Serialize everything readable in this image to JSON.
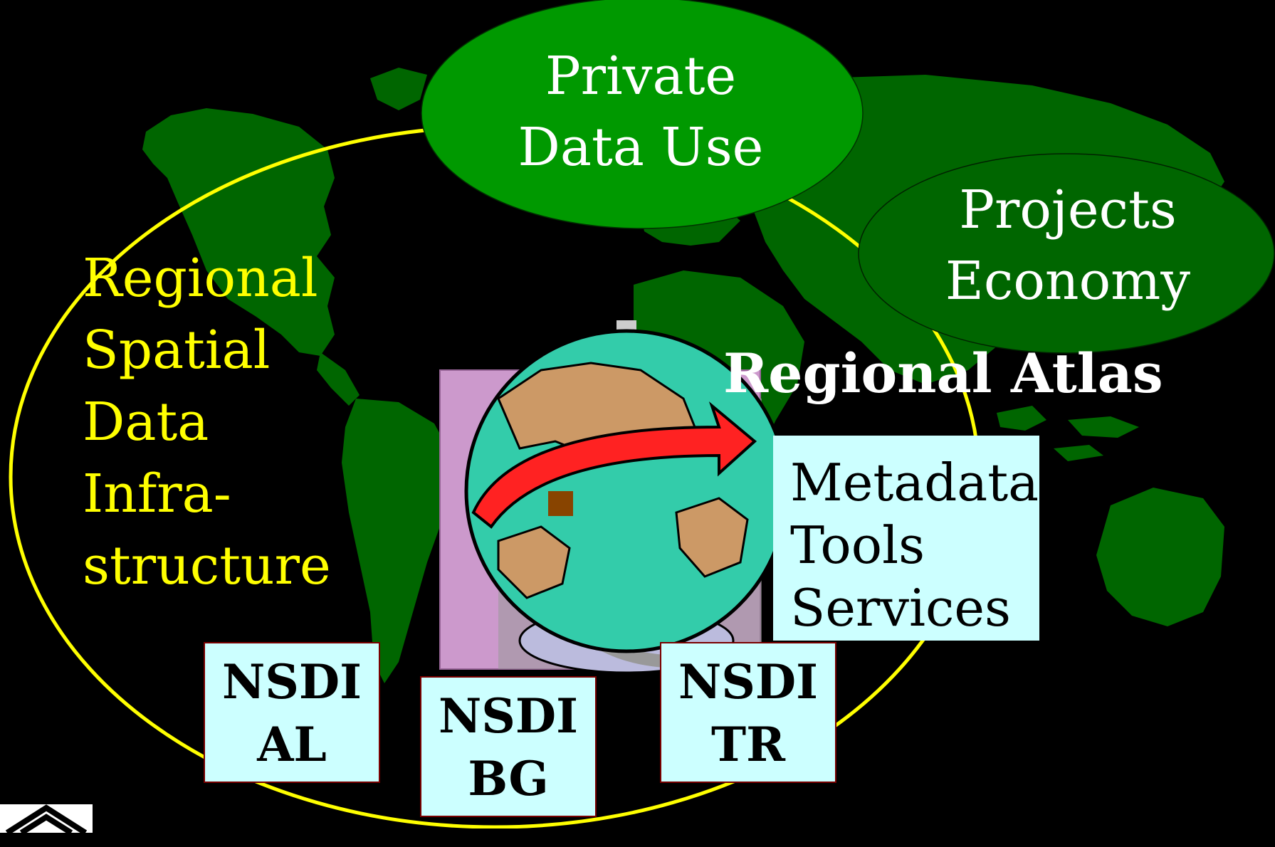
{
  "private_data_use": [
    "Private",
    "Data Use"
  ],
  "projects_economy": [
    "Projects",
    "Economy"
  ],
  "regional_atlas": "Regional Atlas",
  "regional_sdi": [
    "Regional",
    "Spatial",
    "Data",
    "Infra-",
    "structure"
  ],
  "metadata_box": [
    "Metadata",
    "Tools",
    "Services"
  ],
  "nsdi_al": [
    "NSDI",
    "AL"
  ],
  "nsdi_bg": [
    "NSDI",
    "BG"
  ],
  "nsdi_tr": [
    "NSDI",
    "TR"
  ],
  "colors": {
    "background": "#000000",
    "continents": "#006600",
    "ellipse_outline": "#ffff00",
    "ovals": "#009900",
    "boxes": "#ccffff",
    "left_text": "#ffff00"
  }
}
